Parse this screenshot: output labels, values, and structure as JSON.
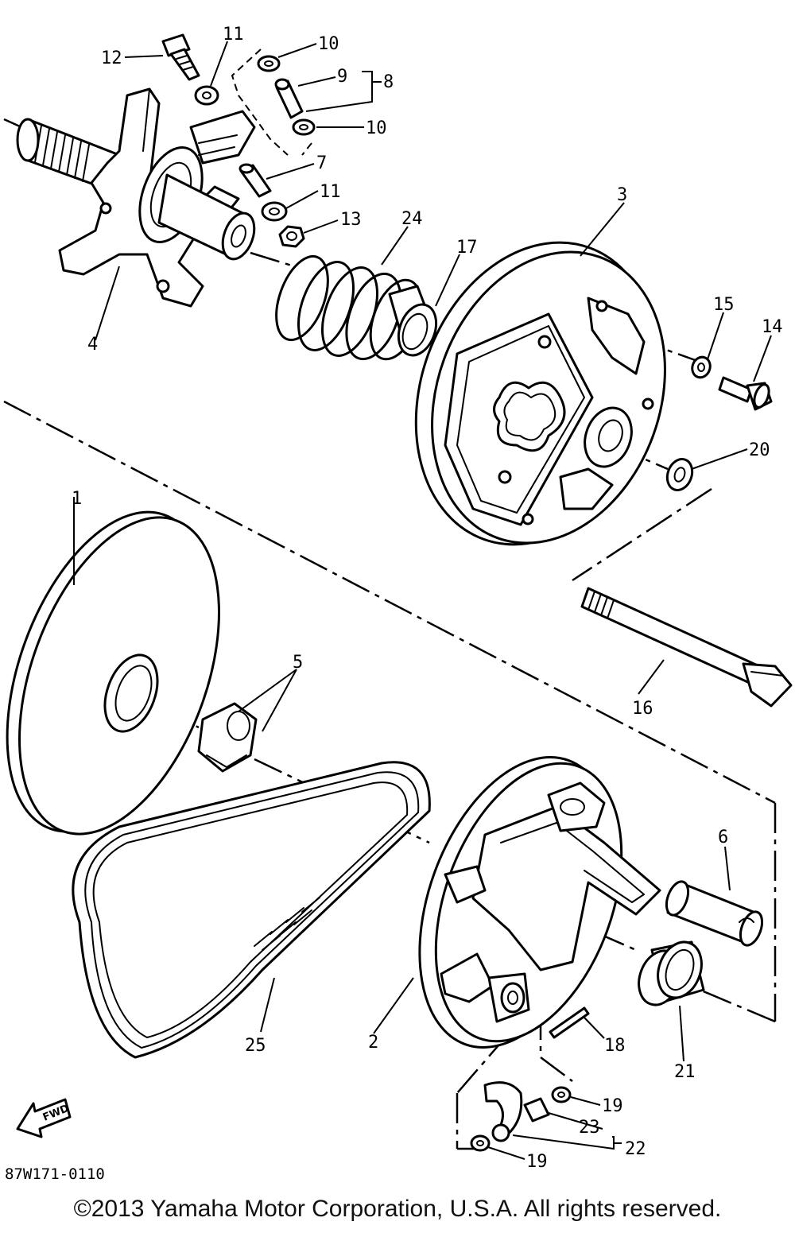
{
  "diagram": {
    "drawing_code": "87W171-0110",
    "direction_marker": "FWD",
    "callouts": [
      "1",
      "2",
      "3",
      "4",
      "5",
      "6",
      "7",
      "8",
      "9",
      "10",
      "10",
      "11",
      "11",
      "12",
      "13",
      "14",
      "15",
      "16",
      "17",
      "18",
      "19",
      "19",
      "20",
      "21",
      "22",
      "23",
      "24",
      "25"
    ]
  },
  "footer": {
    "copyright": "©2013 Yamaha Motor Corporation, U.S.A. All rights reserved."
  }
}
